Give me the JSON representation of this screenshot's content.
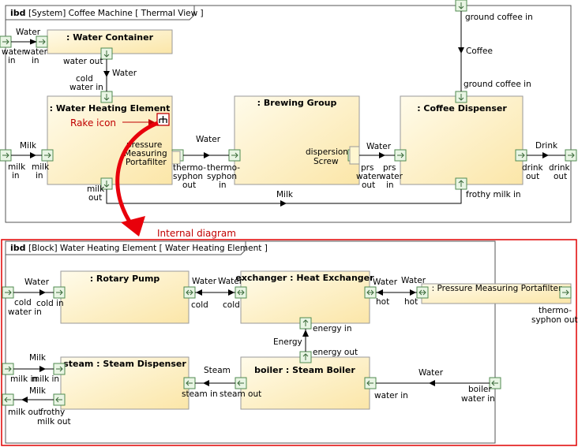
{
  "top_diagram": {
    "title_kind": "ibd",
    "title_rest": "[System] Coffee Machine [ Thermal View ]",
    "blocks": {
      "water_container": ": Water Container",
      "water_heating": ": Water Heating Element",
      "brewing": ": Brewing Group",
      "coffee_dispenser": ": Coffee Dispenser"
    },
    "port_labels": {
      "water_in_a1": "water",
      "water_in_a2": "in",
      "water_in_b1": "water",
      "water_in_b2": "in",
      "water_out": "water out",
      "cold_water_in_1": "cold",
      "cold_water_in_2": "water in",
      "milk_in_a1": "milk",
      "milk_in_a2": "in",
      "milk_in_b1": "milk",
      "milk_in_b2": "in",
      "milk_out_1": "milk",
      "milk_out_2": "out",
      "pressure_1": "pressure",
      "pressure_2": "Measuring",
      "pressure_3": "Portafilter",
      "thermo_out_1": "thermo-",
      "thermo_out_2": "syphon",
      "thermo_out_3": "out",
      "thermo_in_1": "thermo-",
      "thermo_in_2": "syphon",
      "thermo_in_3": "in",
      "dispersion_1": "dispersion",
      "dispersion_2": "Screw",
      "prs_out_1": "prs",
      "prs_out_2": "water",
      "prs_out_3": "out",
      "prs_in_1": "prs",
      "prs_in_2": "water",
      "prs_in_3": "in",
      "ground_in": "ground coffee in",
      "ground_in_2": "ground coffee in",
      "drink_out_a1": "drink",
      "drink_out_a2": "out",
      "drink_out_b1": "drink",
      "drink_out_b2": "out",
      "frothy_in": "frothy milk in"
    },
    "flow_labels": {
      "water_1": "Water",
      "water_2": "Water",
      "milk_1": "Milk",
      "water_3": "Water",
      "water_4": "Water",
      "coffee": "Coffee",
      "drink": "Drink",
      "milk_2": "Milk"
    }
  },
  "annotations": {
    "rake_icon": "Rake icon",
    "internal_diagram": "Internal diagram"
  },
  "bottom_diagram": {
    "title_kind": "ibd",
    "title_rest": "[Block] Water Heating Element [ Water Heating Element ]",
    "blocks": {
      "rotary_pump": ": Rotary Pump",
      "heat_exchanger": "exchanger : Heat Exchanger",
      "pressure_portafilter": ": Pressure Measuring Portafilter",
      "steam_dispenser": "steam : Steam Dispenser",
      "steam_boiler": "boiler : Steam Boiler"
    },
    "port_labels": {
      "cold_water_in_1": "cold",
      "cold_water_in_2": "water in",
      "cold_in": "cold in",
      "cold_a": "cold",
      "cold_b": "cold",
      "hot_a": "hot",
      "hot_b": "hot",
      "energy_in": "energy in",
      "energy_out": "energy out",
      "thermo_out_1": "thermo-",
      "thermo_out_2": "syphon out",
      "milk_in_a": "milk in",
      "milk_in_b": "milk in",
      "milk_out": "milk out",
      "frothy_1": "frothy",
      "frothy_2": "milk out",
      "steam_in": "steam in",
      "steam_out": "steam out",
      "water_in": "water in",
      "boiler_water_in_1": "boiler",
      "boiler_water_in_2": "water in"
    },
    "flow_labels": {
      "water_1": "Water",
      "water_2": "Water",
      "water_3": "Water",
      "water_4": "Water",
      "water_5": "Water",
      "energy": "Energy",
      "milk_1": "Milk",
      "milk_2": "Milk",
      "steam": "Steam"
    }
  }
}
